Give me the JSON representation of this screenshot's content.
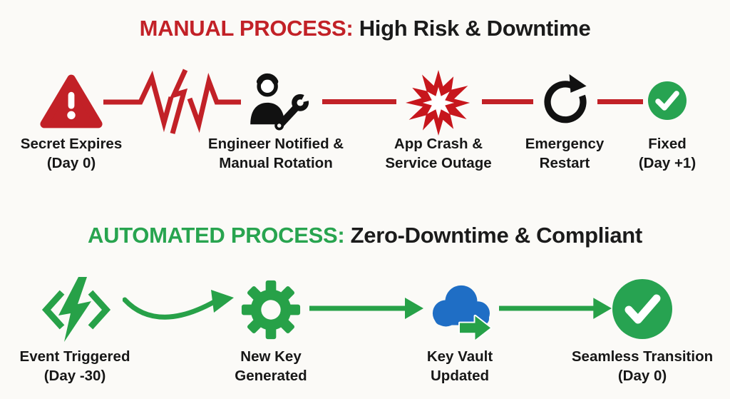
{
  "background": "#FBFAF7",
  "colors": {
    "red": "#C22127",
    "green": "#27A148",
    "green_title": "#28A44F",
    "blue": "#1F6EC5",
    "black": "#1B1B1B",
    "white": "#FFFFFF"
  },
  "manual": {
    "title_highlight": "MANUAL PROCESS:",
    "title_rest": " High Risk & Downtime",
    "steps": [
      {
        "icon": "warning-triangle-icon",
        "line1": "Secret Expires",
        "line2": "(Day 0)"
      },
      {
        "icon": "engineer-wrench-icon",
        "line1": "Engineer Notified &",
        "line2": "Manual Rotation"
      },
      {
        "icon": "crash-burst-icon",
        "line1": "App Crash &",
        "line2": "Service Outage"
      },
      {
        "icon": "restart-arrow-icon",
        "line1": "Emergency",
        "line2": "Restart"
      },
      {
        "icon": "check-circle-icon",
        "line1": "Fixed",
        "line2": "(Day +1)"
      }
    ],
    "connectors": [
      "broken-jagged-line",
      "straight-line",
      "straight-line",
      "straight-line"
    ]
  },
  "automated": {
    "title_highlight": "AUTOMATED PROCESS:",
    "title_rest": " Zero-Downtime & Compliant",
    "steps": [
      {
        "icon": "code-lightning-icon",
        "line1": "Event Triggered",
        "line2": "(Day -30)"
      },
      {
        "icon": "gear-icon",
        "line1": "New Key",
        "line2": "Generated"
      },
      {
        "icon": "cloud-sync-icon",
        "line1": "Key Vault",
        "line2": "Updated"
      },
      {
        "icon": "check-circle-icon",
        "line1": "Seamless Transition",
        "line2": "(Day 0)"
      }
    ],
    "connectors": [
      "curved-arrow",
      "straight-arrow",
      "straight-arrow"
    ]
  }
}
